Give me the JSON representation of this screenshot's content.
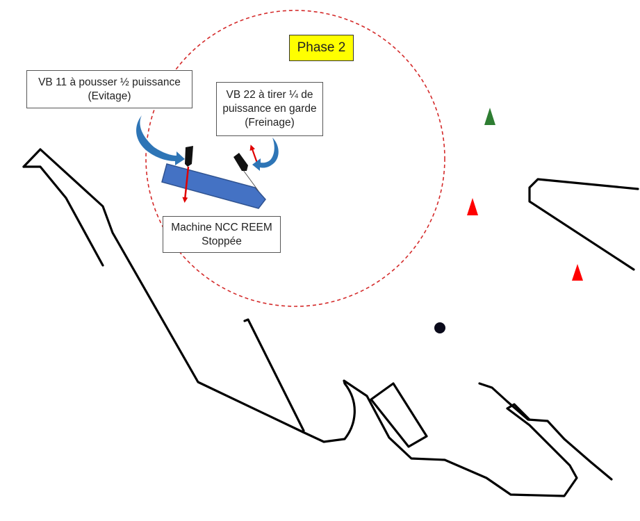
{
  "phase": {
    "label": "Phase 2",
    "color": "#ffff00"
  },
  "labels": {
    "vb11": {
      "line1": "VB 11 à pousser ½ puissance",
      "line2": "(Evitage)"
    },
    "vb22": {
      "line1": "VB 22 à tirer ¼ de",
      "line2": "puissance en garde",
      "line3": "(Freinage)"
    },
    "machine": {
      "line1": "Machine NCC REEM",
      "line2": "Stoppée"
    }
  },
  "colors": {
    "ship": "#4472c4",
    "ship_outline": "#2f528f",
    "tug": "#111111",
    "thrust_arrow": "#e00000",
    "curved_arrow": "#2e75b6",
    "turning_circle": "#d42a2a",
    "port_buoy": "#ff0000",
    "starboard_buoy": "#2e7d32",
    "anchor_point": "#0a0a1a",
    "quay_lines": "#000000"
  },
  "icons": [
    "ship-icon",
    "tug-icon",
    "buoy-icon",
    "curved-arrow-icon",
    "anchor-point-icon"
  ]
}
